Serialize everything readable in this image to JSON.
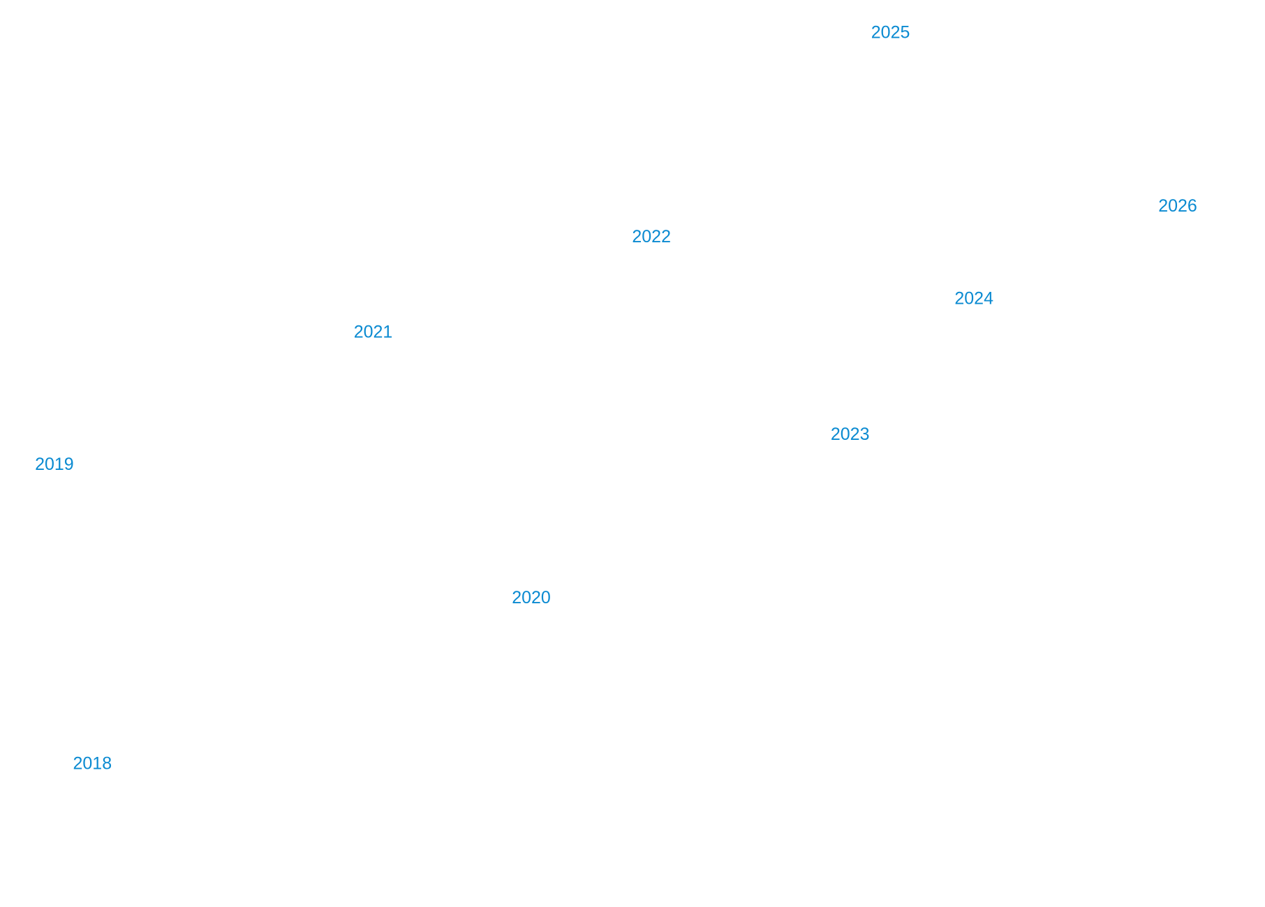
{
  "chart_data": {
    "type": "scatter",
    "title": "",
    "xlabel": "",
    "ylabel": "",
    "label_color": "#0a8ad1",
    "grid": false,
    "legend": "none",
    "axes_visible": false,
    "xlim": [
      0,
      1
    ],
    "ylim": [
      0,
      1
    ],
    "points": [
      {
        "label": "2018",
        "x": 0.073,
        "y": 0.157
      },
      {
        "label": "2019",
        "x": 0.043,
        "y": 0.487
      },
      {
        "label": "2020",
        "x": 0.42,
        "y": 0.34
      },
      {
        "label": "2021",
        "x": 0.295,
        "y": 0.633
      },
      {
        "label": "2022",
        "x": 0.515,
        "y": 0.738
      },
      {
        "label": "2023",
        "x": 0.672,
        "y": 0.52
      },
      {
        "label": "2024",
        "x": 0.77,
        "y": 0.67
      },
      {
        "label": "2025",
        "x": 0.704,
        "y": 0.963
      },
      {
        "label": "2026",
        "x": 0.931,
        "y": 0.772
      }
    ]
  }
}
